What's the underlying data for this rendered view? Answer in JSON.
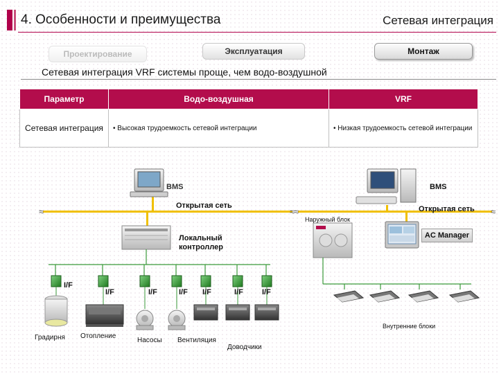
{
  "header": {
    "title": "4. Особенности и преимущества",
    "subtitle": "Сетевая интеграция"
  },
  "tabs": [
    {
      "label": "Проектирование",
      "state": "faded"
    },
    {
      "label": "Эксплуатация",
      "state": "normal"
    },
    {
      "label": "Монтаж",
      "state": "active"
    }
  ],
  "heading": "Сетевая интеграция VRF системы проще, чем водо-воздушной",
  "table": {
    "headers": [
      "Параметр",
      "Водо-воздушная",
      "VRF"
    ],
    "row": {
      "param": "Сетевая интеграция",
      "water_air": "• Высокая трудоемкость сетевой интеграции",
      "vrf": "• Низкая трудоемкость сетевой интеграции"
    }
  },
  "diagram": {
    "left": {
      "bms": "BMS",
      "open_network": "Открытая сеть",
      "local_controller": "Локальный контроллер",
      "if_label": "I/F",
      "devices": [
        "Градирня",
        "Отопление",
        "Насосы",
        "Вентиляция",
        "Доводчики"
      ]
    },
    "right": {
      "bms": "BMS",
      "open_network": "Открытая сеть",
      "outdoor_unit": "Наружный блок",
      "ac_manager": "AC Manager",
      "indoor_units": "Внутренние блоки"
    }
  },
  "colors": {
    "accent": "#b30d4c",
    "bus": "#f0c000",
    "wire": "#3a9a3a"
  }
}
